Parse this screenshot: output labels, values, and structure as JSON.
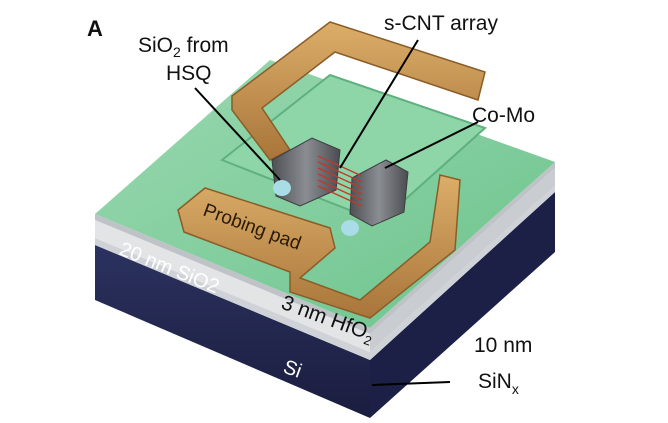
{
  "panel_label": "A",
  "labels": {
    "sio2_hsq_line1": "SiO",
    "sio2_hsq_sub": "2",
    "sio2_hsq_from": " from",
    "sio2_hsq_line2": "HSQ",
    "scnt_array": "s-CNT array",
    "co_mo": "Co-Mo",
    "probing_pad": "Probing pad",
    "sio2_layer": "20 nm SiO2",
    "hfo2_prefix": "3 nm HfO",
    "hfo2_sub": "2",
    "si": "Si",
    "sinx_line1": "10 nm",
    "sinx_main": "SiN",
    "sinx_sub": "x"
  },
  "colors": {
    "green_surface": "#7fcf9c",
    "gold_pad": "#c8954a",
    "electrode_gray": "#6a6c70",
    "sio2_white": "#e6e8ea",
    "si_navy": "#232852",
    "cnt_red": "#c0392b"
  }
}
